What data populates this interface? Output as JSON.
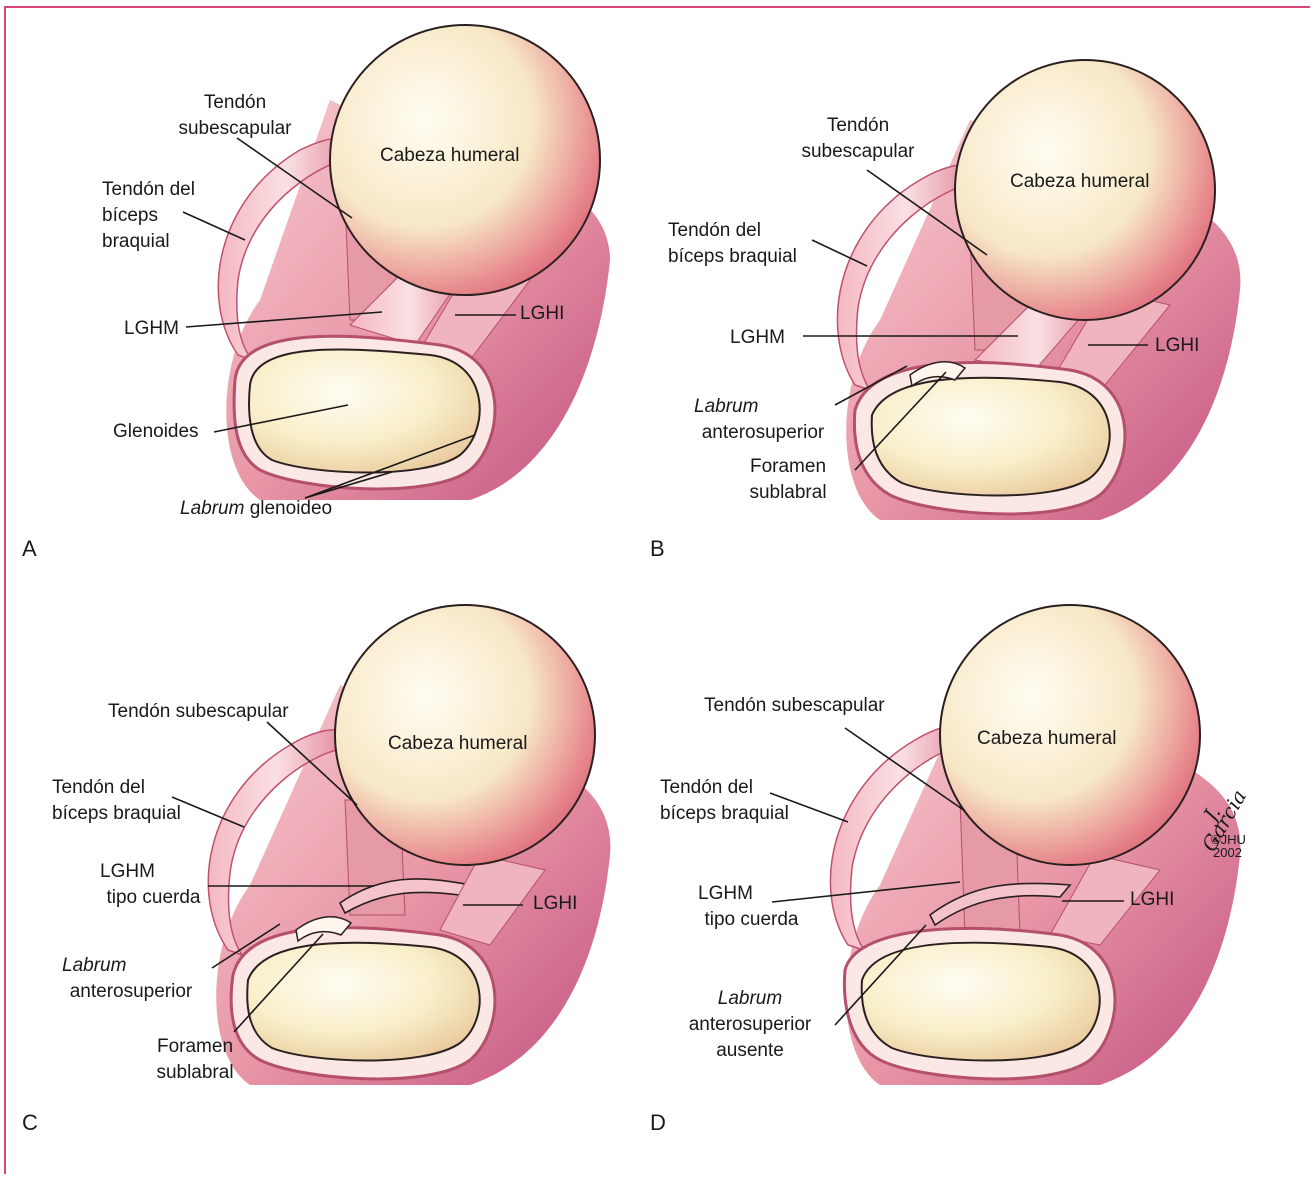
{
  "colors": {
    "frame": "#d9447a",
    "tissue": "#e8849a",
    "bone": "#fbf3d6",
    "capsule": "#c03a6c"
  },
  "panels": [
    {
      "letter": "A",
      "labels": {
        "subscap_1": "Tendón",
        "subscap_2": "subescapular",
        "head": "Cabeza humeral",
        "biceps_1": "Tendón del",
        "biceps_2": "bíceps",
        "biceps_3": "braquial",
        "lghm": "LGHM",
        "lghi": "LGHI",
        "glenoid": "Glenoides",
        "labrum_it": "Labrum",
        "labrum_rest": "glenoideo"
      }
    },
    {
      "letter": "B",
      "labels": {
        "subscap_1": "Tendón",
        "subscap_2": "subescapular",
        "head": "Cabeza humeral",
        "biceps_1": "Tendón del",
        "biceps_2": "bíceps braquial",
        "lghm": "LGHM",
        "lghi": "LGHI",
        "labrum_it": "Labrum",
        "labrum_rest": "anterosuperior",
        "foramen_1": "Foramen",
        "foramen_2": "sublabral"
      }
    },
    {
      "letter": "C",
      "labels": {
        "subscap": "Tendón subescapular",
        "head": "Cabeza humeral",
        "biceps_1": "Tendón del",
        "biceps_2": "bíceps braquial",
        "lghm_1": "LGHM",
        "lghm_2": "tipo cuerda",
        "lghi": "LGHI",
        "labrum_it": "Labrum",
        "labrum_rest": "anterosuperior",
        "foramen_1": "Foramen",
        "foramen_2": "sublabral"
      }
    },
    {
      "letter": "D",
      "labels": {
        "subscap": "Tendón subescapular",
        "head": "Cabeza humeral",
        "biceps_1": "Tendón del",
        "biceps_2": "bíceps braquial",
        "lghm_1": "LGHM",
        "lghm_2": "tipo cuerda",
        "lghi": "LGHI",
        "labrum_it": "Labrum",
        "labrum_2": "anterosuperior",
        "labrum_3": "ausente"
      }
    }
  ],
  "signature": {
    "name": "J. Garcia",
    "copyright": "©JHU",
    "year": "2002"
  }
}
